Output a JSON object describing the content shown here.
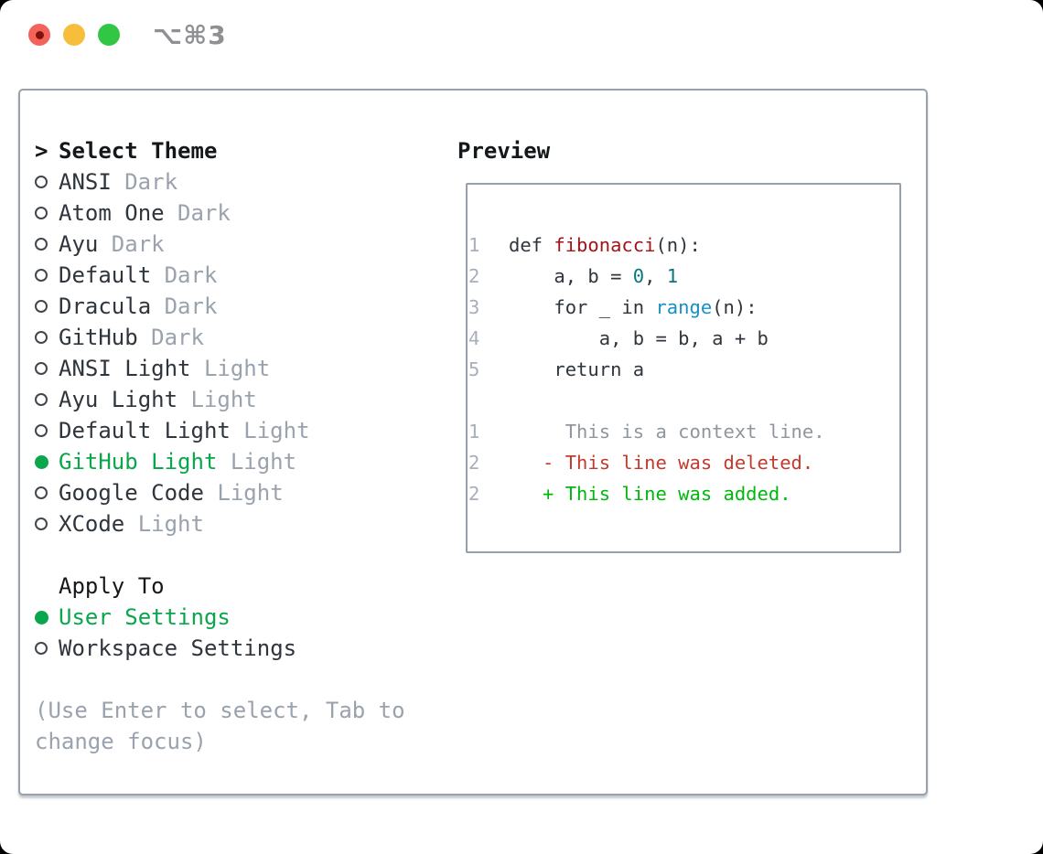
{
  "titlebar": {
    "title": "⌥⌘3",
    "traffic_lights": [
      "close",
      "minimize",
      "zoom"
    ]
  },
  "theme_panel": {
    "header_prefix": ">",
    "header_label": "Select Theme",
    "items": [
      {
        "name": "ANSI",
        "variant": "Dark",
        "selected": false
      },
      {
        "name": "Atom One",
        "variant": "Dark",
        "selected": false
      },
      {
        "name": "Ayu",
        "variant": "Dark",
        "selected": false
      },
      {
        "name": "Default",
        "variant": "Dark",
        "selected": false
      },
      {
        "name": "Dracula",
        "variant": "Dark",
        "selected": false
      },
      {
        "name": "GitHub",
        "variant": "Dark",
        "selected": false
      },
      {
        "name": "ANSI Light",
        "variant": "Light",
        "selected": false
      },
      {
        "name": "Ayu Light",
        "variant": "Light",
        "selected": false
      },
      {
        "name": "Default Light",
        "variant": "Light",
        "selected": false
      },
      {
        "name": "GitHub Light",
        "variant": "Light",
        "selected": true
      },
      {
        "name": "Google Code",
        "variant": "Light",
        "selected": false
      },
      {
        "name": "XCode",
        "variant": "Light",
        "selected": false
      }
    ],
    "apply_to": {
      "label": "Apply To",
      "options": [
        {
          "name": "User Settings",
          "selected": true
        },
        {
          "name": "Workspace Settings",
          "selected": false
        }
      ]
    },
    "hint_lines": [
      "(Use Enter to select, Tab to",
      "change focus)"
    ]
  },
  "preview_panel": {
    "header": "Preview",
    "code_lines": [
      {
        "num": "1",
        "segments": [
          {
            "t": "def ",
            "c": "plain"
          },
          {
            "t": "fibonacci",
            "c": "func"
          },
          {
            "t": "(n):",
            "c": "plain"
          }
        ]
      },
      {
        "num": "2",
        "segments": [
          {
            "t": "    a, b = ",
            "c": "plain"
          },
          {
            "t": "0",
            "c": "num"
          },
          {
            "t": ", ",
            "c": "plain"
          },
          {
            "t": "1",
            "c": "num"
          }
        ]
      },
      {
        "num": "3",
        "segments": [
          {
            "t": "    for _ in ",
            "c": "plain"
          },
          {
            "t": "range",
            "c": "builtin"
          },
          {
            "t": "(n):",
            "c": "plain"
          }
        ]
      },
      {
        "num": "4",
        "segments": [
          {
            "t": "        a, b = b, a + b",
            "c": "plain"
          }
        ]
      },
      {
        "num": "5",
        "segments": [
          {
            "t": "    return a",
            "c": "plain"
          }
        ]
      },
      {
        "num": "",
        "segments": []
      },
      {
        "num": "1",
        "segments": [
          {
            "t": "     This is a context line.",
            "c": "ctx"
          }
        ]
      },
      {
        "num": "2",
        "segments": [
          {
            "t": "   - This line was deleted.",
            "c": "del"
          }
        ]
      },
      {
        "num": "2",
        "segments": [
          {
            "t": "   + This line was added.",
            "c": "add"
          }
        ]
      }
    ]
  },
  "colors": {
    "page_bg": "#000000",
    "window_bg": "#ffffff",
    "border_main": "#99a2ac",
    "border_preview": "#97a0aa",
    "text_dark": "#2f353c",
    "text_black": "#15181b",
    "text_gray": "#99a2ad",
    "green": "#0aa64c",
    "radio_ring": "#41474e",
    "func_red": "#a21418",
    "num_teal": "#09767e",
    "builtin_blue": "#1790c8",
    "lineno": "#a6afba",
    "ctx_gray": "#8f969c",
    "diff_red": "#c23a2d",
    "diff_green": "#00b80d",
    "tl_red": "#f4635a",
    "tl_red_dot": "#7e120d",
    "tl_yellow": "#f7bd3b",
    "tl_green": "#32c645",
    "title_gray": "#8e9094"
  }
}
